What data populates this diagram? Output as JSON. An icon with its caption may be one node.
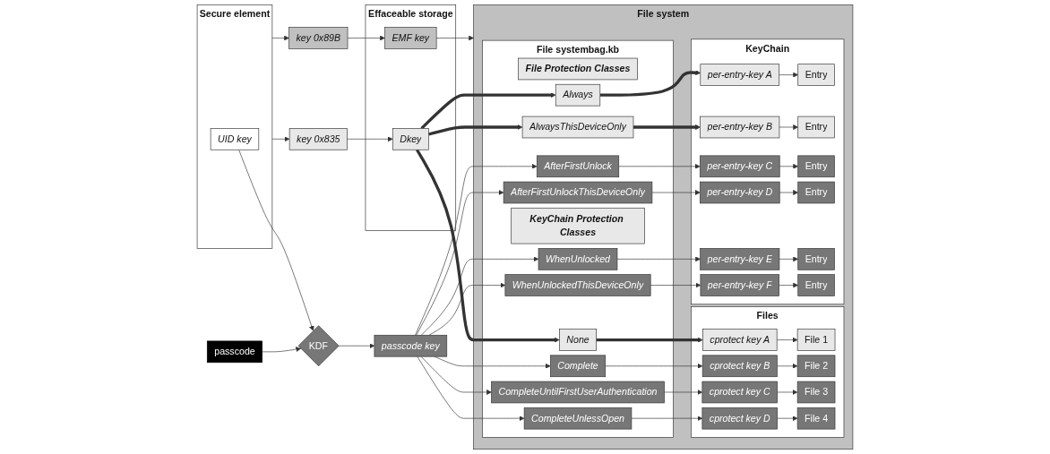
{
  "diagram": {
    "nodes": [
      {
        "text": [
          "Secure element"
        ]
      },
      {
        "text": [
          "UID key"
        ],
        "in": 0
      },
      {
        "text": [
          "KDF"
        ]
      },
      {
        "text": [
          "passcode"
        ]
      },
      {
        "text": [
          "key 0x89B"
        ]
      },
      {
        "text": [
          "key 0x835"
        ]
      },
      {
        "text": [
          "Effaceable storage"
        ]
      },
      {
        "text": [
          "EMF key"
        ],
        "in": 6
      },
      {
        "text": [
          "Dkey"
        ],
        "in": 6
      },
      {
        "text": [
          "passcode key"
        ]
      },
      {
        "text": [
          "File system"
        ]
      },
      {
        "text": [
          "File systembag.kb"
        ],
        "in": 10
      },
      {
        "text": [
          "File Protection Classes"
        ],
        "in": 11
      },
      {
        "text": [
          "None"
        ],
        "in": 11
      },
      {
        "text": [
          "Complete"
        ],
        "in": 11
      },
      {
        "text": [
          "CompleteUntilFirstUserAuthentication"
        ],
        "in": 11
      },
      {
        "text": [
          "CompleteUnlessOpen"
        ],
        "in": 11
      },
      {
        "text": [
          "KeyChain Protection Classes"
        ],
        "in": 11
      },
      {
        "text": [
          "Always"
        ],
        "in": 11
      },
      {
        "text": [
          "AlwaysThisDeviceOnly"
        ],
        "in": 11
      },
      {
        "text": [
          "AfterFirstUnlock"
        ],
        "in": 11
      },
      {
        "text": [
          "AfterFirstUnlockThisDeviceOnly"
        ],
        "in": 11
      },
      {
        "text": [
          "WhenUnlocked"
        ],
        "in": 11
      },
      {
        "text": [
          "WhenUnlockedThisDeviceOnly"
        ],
        "in": 11
      },
      {
        "text": [
          "Files"
        ],
        "in": 10
      },
      {
        "text": [
          "cprotect key A"
        ],
        "in": 24
      },
      {
        "text": [
          "File 1"
        ],
        "in": 24
      },
      {
        "text": [
          "cprotect key B"
        ],
        "in": 24
      },
      {
        "text": [
          "File 2"
        ],
        "in": 24
      },
      {
        "text": [
          "cprotect key C"
        ],
        "in": 24
      },
      {
        "text": [
          "File 3"
        ],
        "in": 24
      },
      {
        "text": [
          "cprotect key D"
        ],
        "in": 24
      },
      {
        "text": [
          "File 4"
        ],
        "in": 24
      },
      {
        "text": [
          "KeyChain"
        ],
        "in": 10
      },
      {
        "text": [
          "per-entry-key A"
        ],
        "in": 33
      },
      {
        "text": [
          "Entry"
        ],
        "in": 33
      },
      {
        "text": [
          "per-entry-key B"
        ],
        "in": 33
      },
      {
        "text": [
          "Entry"
        ],
        "in": 33
      },
      {
        "text": [
          "per-entry-key C"
        ],
        "in": 33
      },
      {
        "text": [
          "Entry"
        ],
        "in": 33
      },
      {
        "text": [
          "per-entry-key D"
        ],
        "in": 33
      },
      {
        "text": [
          "Entry"
        ],
        "in": 33
      },
      {
        "text": [
          "per-entry-key E"
        ],
        "in": 33
      },
      {
        "text": [
          "Entry"
        ],
        "in": 33
      },
      {
        "text": [
          "per-entry-key F"
        ],
        "in": 33
      },
      {
        "text": [
          "Entry"
        ],
        "in": 33
      }
    ],
    "edges": [
      {
        "from": 1,
        "to": 2,
        "arrow": "to"
      },
      {
        "from": 3,
        "to": 2,
        "arrow": "to"
      },
      {
        "from": 0,
        "to": 4,
        "arrow": "to"
      },
      {
        "from": 0,
        "to": 5,
        "arrow": "to"
      },
      {
        "from": 2,
        "to": 9,
        "arrow": "to"
      },
      {
        "from": 4,
        "to": 7,
        "arrow": "to"
      },
      {
        "from": 5,
        "to": 8,
        "arrow": "to"
      },
      {
        "from": 7,
        "to": 10,
        "arrow": "to"
      },
      {
        "from": 8,
        "to": 13,
        "arrow": "to",
        "style": "thick"
      },
      {
        "from": 8,
        "to": 18,
        "arrow": "to",
        "style": "thick"
      },
      {
        "from": 8,
        "to": 19,
        "arrow": "to",
        "style": "thick"
      },
      {
        "from": 9,
        "to": 14,
        "arrow": "to"
      },
      {
        "from": 9,
        "to": 15,
        "arrow": "to"
      },
      {
        "from": 9,
        "to": 16,
        "arrow": "to"
      },
      {
        "from": 9,
        "to": 20,
        "arrow": "to"
      },
      {
        "from": 9,
        "to": 21,
        "arrow": "to"
      },
      {
        "from": 9,
        "to": 22,
        "arrow": "to"
      },
      {
        "from": 9,
        "to": 23,
        "arrow": "to"
      },
      {
        "from": 13,
        "to": 25,
        "arrow": "to",
        "style": "thick"
      },
      {
        "from": 14,
        "to": 27,
        "arrow": "to"
      },
      {
        "from": 15,
        "to": 29,
        "arrow": "to"
      },
      {
        "from": 16,
        "to": 31,
        "arrow": "to"
      },
      {
        "from": 25,
        "to": 26,
        "arrow": "to"
      },
      {
        "from": 27,
        "to": 28,
        "arrow": "to"
      },
      {
        "from": 29,
        "to": 30,
        "arrow": "to"
      },
      {
        "from": 31,
        "to": 32,
        "arrow": "to"
      },
      {
        "from": 18,
        "to": 34,
        "arrow": "to",
        "style": "thick"
      },
      {
        "from": 19,
        "to": 36,
        "arrow": "to",
        "style": "thick"
      },
      {
        "from": 20,
        "to": 38,
        "arrow": "to"
      },
      {
        "from": 21,
        "to": 40,
        "arrow": "to"
      },
      {
        "from": 22,
        "to": 42,
        "arrow": "to"
      },
      {
        "from": 23,
        "to": 44,
        "arrow": "to"
      },
      {
        "from": 34,
        "to": 35,
        "arrow": "to"
      },
      {
        "from": 36,
        "to": 37,
        "arrow": "to"
      },
      {
        "from": 38,
        "to": 39,
        "arrow": "to"
      },
      {
        "from": 40,
        "to": 41,
        "arrow": "to"
      },
      {
        "from": 42,
        "to": 43,
        "arrow": "to"
      },
      {
        "from": 44,
        "to": 45,
        "arrow": "to"
      }
    ]
  }
}
